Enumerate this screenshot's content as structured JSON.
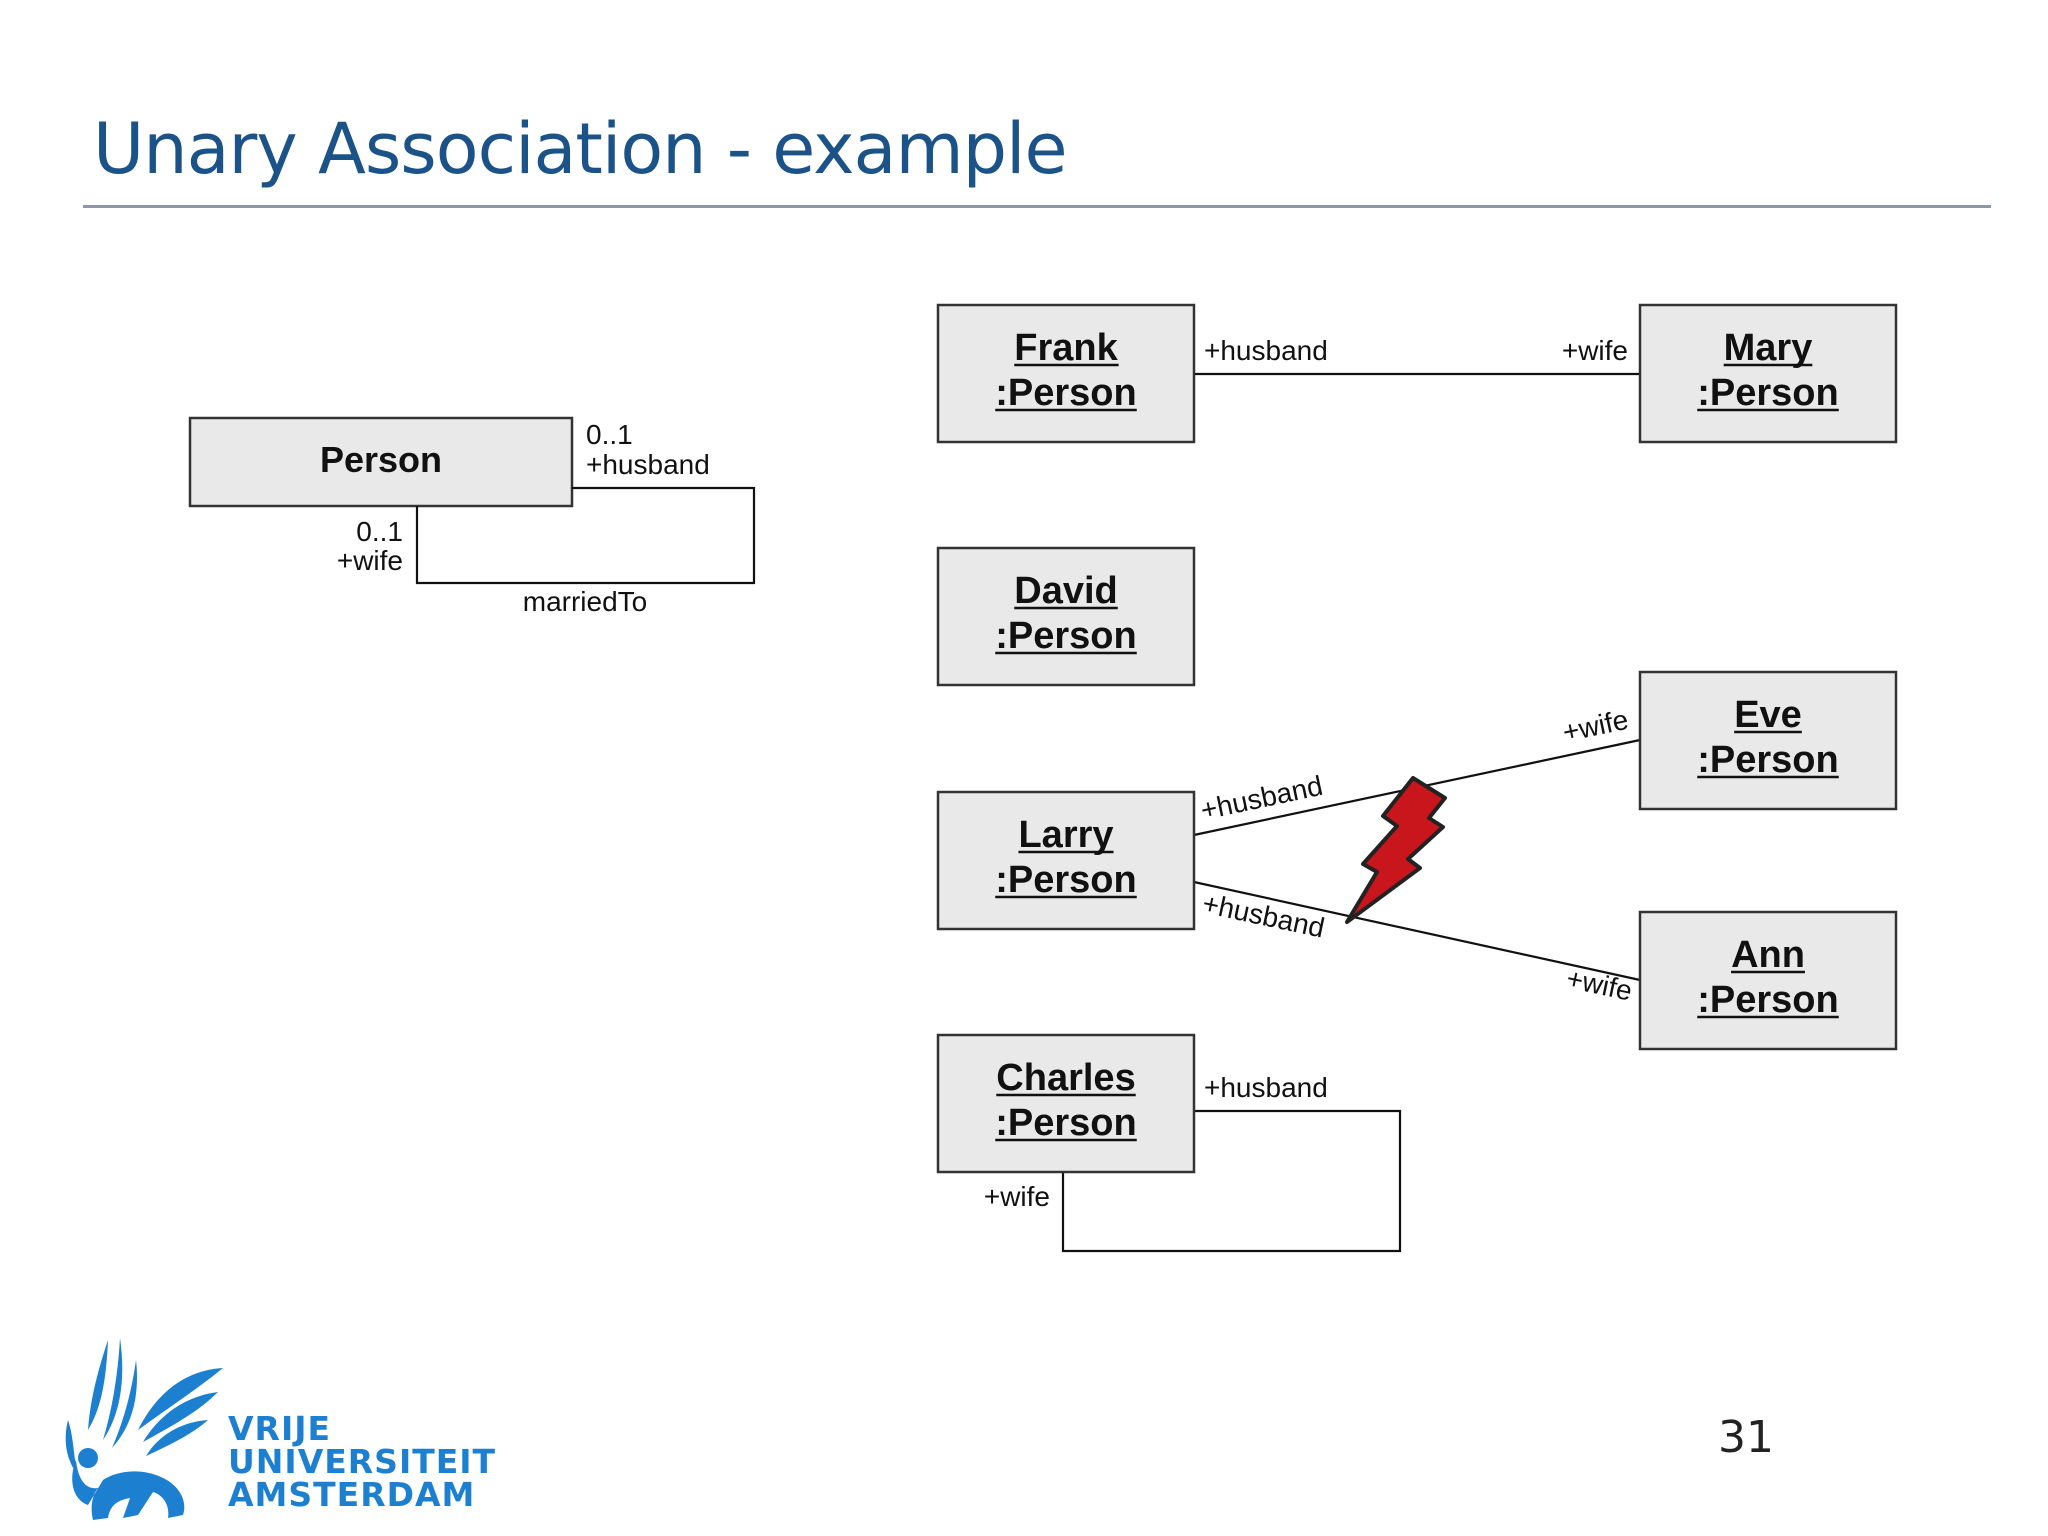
{
  "slide": {
    "title": "Unary Association - example",
    "page_number": "31"
  },
  "class_diagram": {
    "class_name": "Person",
    "husband_multiplicity": "0..1",
    "husband_role": "+husband",
    "wife_multiplicity": "0..1",
    "wife_role": "+wife",
    "association_name": "marriedTo"
  },
  "object_diagram": {
    "objects": [
      {
        "name": "Frank",
        "type": ":Person"
      },
      {
        "name": "Mary",
        "type": ":Person"
      },
      {
        "name": "David",
        "type": ":Person"
      },
      {
        "name": "Eve",
        "type": ":Person"
      },
      {
        "name": "Larry",
        "type": ":Person"
      },
      {
        "name": "Ann",
        "type": ":Person"
      },
      {
        "name": "Charles",
        "type": ":Person"
      }
    ],
    "links": [
      {
        "from": "Frank",
        "to": "Mary",
        "from_role": "+husband",
        "to_role": "+wife",
        "valid": true
      },
      {
        "from": "Larry",
        "to": "Eve",
        "from_role": "+husband",
        "to_role": "+wife",
        "valid": false
      },
      {
        "from": "Larry",
        "to": "Ann",
        "from_role": "+husband",
        "to_role": "+wife",
        "valid": false
      },
      {
        "from": "Charles",
        "to": "Charles",
        "from_role": "+husband",
        "to_role": "+wife",
        "valid": true
      }
    ],
    "conflict_marker": {
      "icon": "lightning-bolt-icon",
      "color": "#c8161c"
    }
  },
  "logo": {
    "line1": "VRIJE",
    "line2": "UNIVERSITEIT",
    "line3": "AMSTERDAM",
    "color": "#1d7fd0"
  }
}
